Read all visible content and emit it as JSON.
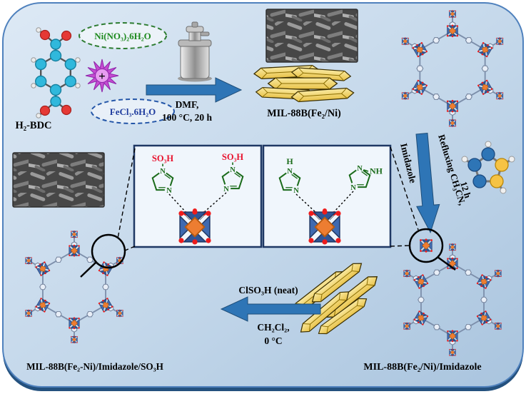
{
  "figure": {
    "type": "reaction-scheme"
  },
  "reactants": {
    "ni_salt": "Ni(NO₃)₂6H₂O",
    "fe_salt": "FeCl₃.6H₂O",
    "plus": "+",
    "bdc": "H₂-BDC"
  },
  "step1": {
    "solvent": "DMF,",
    "conditions": "100 °C, 20 h"
  },
  "product1": {
    "label": "MIL-88B(Fe₂/Ni)"
  },
  "step2": {
    "reflux": "Refluxing CH₃CN,",
    "time": "12 h",
    "reagent": "Imidazole"
  },
  "product2": {
    "label": "MIL-88B(Fe₂/Ni)/Imidazole"
  },
  "step3": {
    "reagent": "ClSO₃H (neat)",
    "solvent": "CH₂Cl₂,",
    "temp": "0 °C"
  },
  "product3": {
    "label": "MIL-88B(Fe₂-Ni)/Imidazole/SO₃H"
  },
  "panel_left": {
    "so3h_a": "SO₃H",
    "so3h_b": "SO₃H"
  },
  "panel_right": {
    "h": "H",
    "nh": "NH"
  },
  "atoms": {
    "n": "N"
  },
  "colors": {
    "arrow": "#2e75b6",
    "arrow_edge": "#1f4e79",
    "crystal": "#f2d05e",
    "cluster_blue": "#2f5597",
    "cluster_orange": "#ed7d31",
    "so3h_red": "#e8112d",
    "ni_green": "#1e8a1e",
    "fe_blue": "#1f3c9e",
    "imidazole_green": "#1a6b1a",
    "background": "#c5d9ec"
  }
}
